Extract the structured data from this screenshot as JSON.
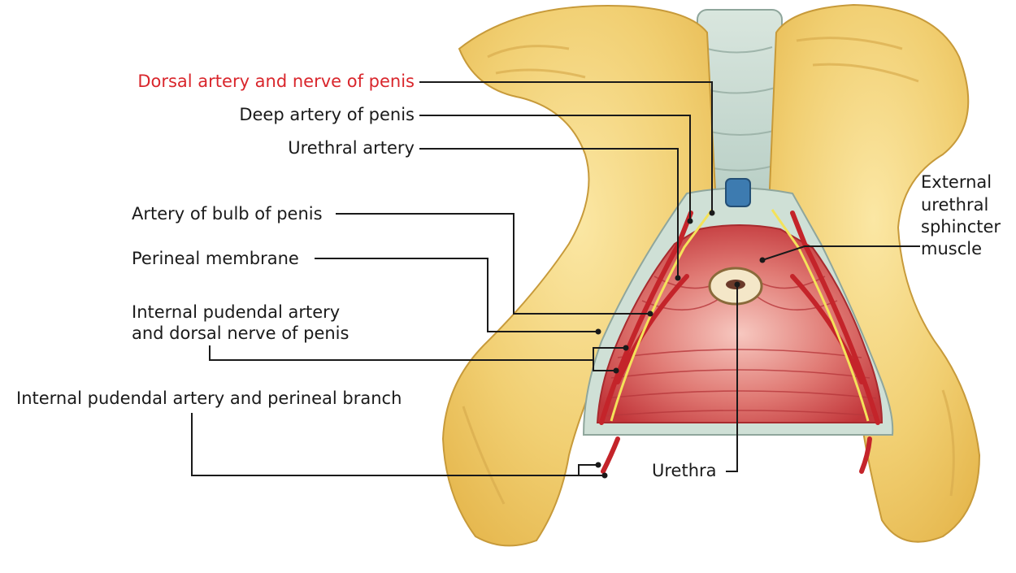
{
  "labels": {
    "dorsal_artery_nerve": "Dorsal artery and nerve of penis",
    "deep_artery": "Deep artery of penis",
    "urethral_artery": "Urethral artery",
    "artery_bulb": "Artery of bulb of penis",
    "perineal_membrane": "Perineal membrane",
    "internal_pudendal_dorsal_1": "Internal pudendal artery",
    "internal_pudendal_dorsal_2": "and dorsal nerve of penis",
    "internal_pudendal_perineal": "Internal pudendal artery and perineal branch",
    "urethra": "Urethra",
    "external_sphincter_1": "External",
    "external_sphincter_2": "urethral",
    "external_sphincter_3": "sphincter",
    "external_sphincter_4": "muscle"
  },
  "colors": {
    "highlight_label": "#d9262c",
    "label": "#1a1a1a",
    "bone": "#f3d27a",
    "muscle": "#cf4a4a",
    "membrane_fill": "#f2b9b0",
    "artery": "#c4242a",
    "nerve": "#f4e25a",
    "fascia": "#cfe3d8"
  }
}
